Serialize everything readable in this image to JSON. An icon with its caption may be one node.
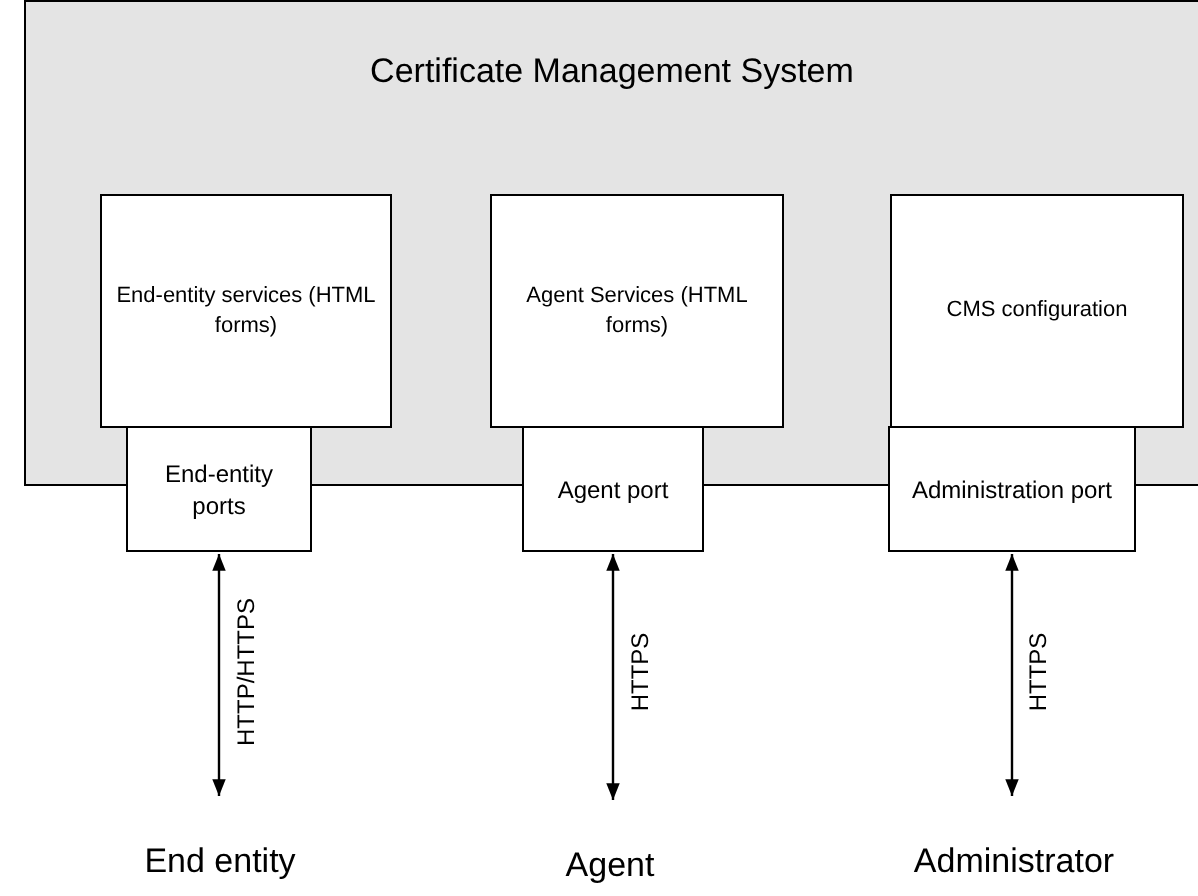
{
  "diagram": {
    "nodes": [
      {
        "text": [
          "Certificate Management System"
        ]
      },
      {
        "text": [
          "End-entity services (HTML forms)"
        ],
        "in": 0
      },
      {
        "text": [
          "Agent Services (HTML forms)"
        ],
        "in": 0
      },
      {
        "text": [
          "CMS configuration"
        ],
        "in": 0
      },
      {
        "text": [
          "End-entity ports"
        ]
      },
      {
        "text": [
          "Agent port"
        ]
      },
      {
        "text": [
          "Administration port"
        ]
      },
      {
        "text": [
          "End entity"
        ]
      },
      {
        "text": [
          "Agent"
        ]
      },
      {
        "text": [
          "Administrator"
        ]
      }
    ],
    "edges": [
      {
        "from": 4,
        "to": 7,
        "arrow": "both",
        "label": "HTTP/HTTPS"
      },
      {
        "from": 5,
        "to": 8,
        "arrow": "both",
        "label": "HTTPS"
      },
      {
        "from": 6,
        "to": 9,
        "arrow": "both",
        "label": "HTTPS"
      }
    ]
  }
}
